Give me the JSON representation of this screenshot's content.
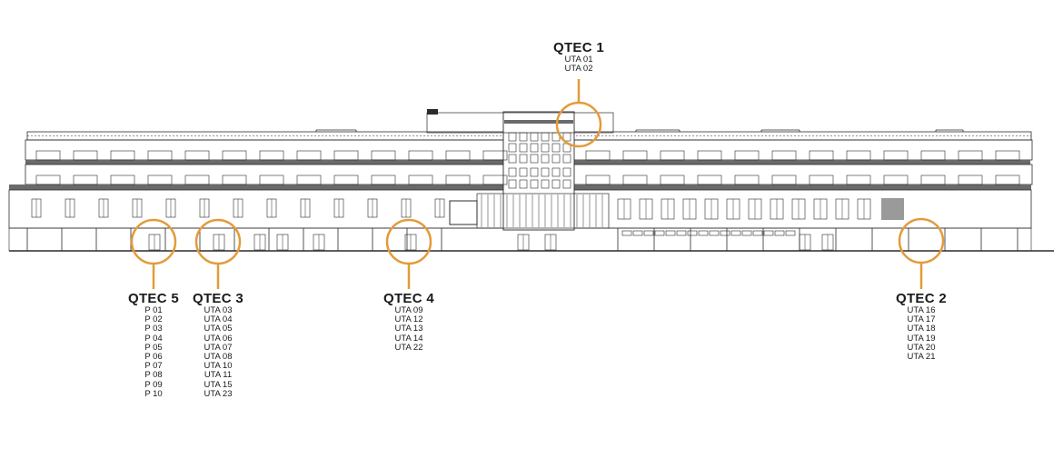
{
  "accent_color": "#e39b3a",
  "line_color": "#2b2b2b",
  "zones": [
    {
      "id": "qtec1",
      "name": "QTEC 1",
      "units": [
        "UTA 01",
        "UTA 02"
      ]
    },
    {
      "id": "qtec5",
      "name": "QTEC 5",
      "units": [
        "P 01",
        "P 02",
        "P 03",
        "P 04",
        "P 05",
        "P 06",
        "P 07",
        "P 08",
        "P 09",
        "P 10"
      ]
    },
    {
      "id": "qtec3",
      "name": "QTEC 3",
      "units": [
        "UTA 03",
        "UTA 04",
        "UTA 05",
        "UTA 06",
        "UTA 07",
        "UTA 08",
        "UTA 10",
        "UTA 11",
        "UTA 15",
        "UTA 23"
      ]
    },
    {
      "id": "qtec4",
      "name": "QTEC 4",
      "units": [
        "UTA 09",
        "UTA 12",
        "UTA 13",
        "UTA 14",
        "UTA 22"
      ]
    },
    {
      "id": "qtec2",
      "name": "QTEC 2",
      "units": [
        "UTA 16",
        "UTA 17",
        "UTA 18",
        "UTA 19",
        "UTA 20",
        "UTA 21"
      ]
    }
  ]
}
